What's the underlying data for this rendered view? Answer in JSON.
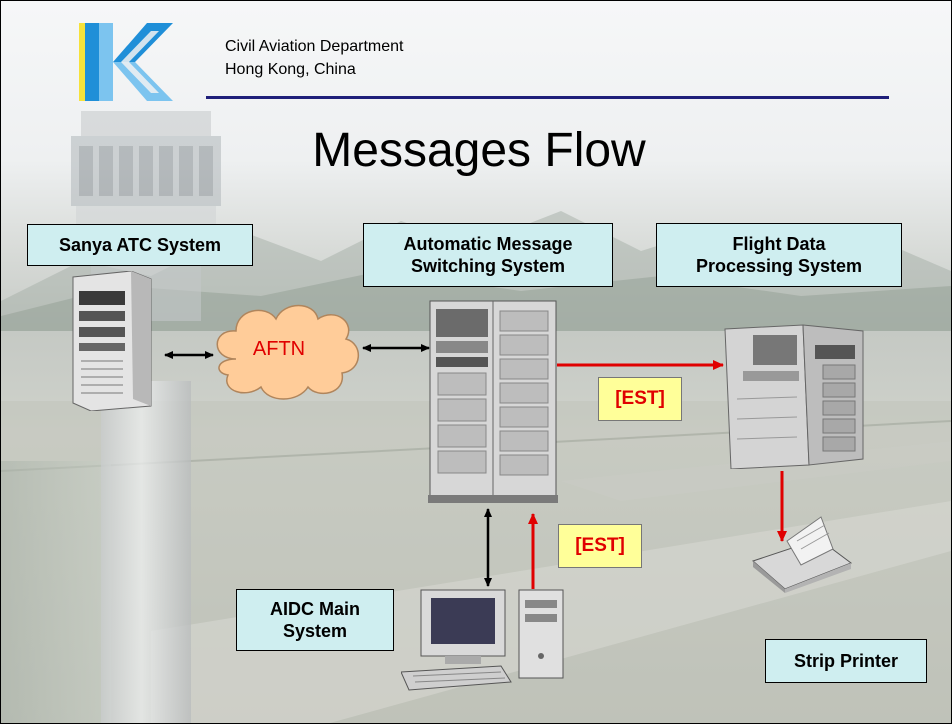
{
  "header": {
    "org_line1": "Civil Aviation Department",
    "org_line2": "Hong Kong, China",
    "title": "Messages Flow"
  },
  "nodes": {
    "sanya": "Sanya ATC System",
    "amss_line1": "Automatic Message",
    "amss_line2": "Switching System",
    "fdps_line1": "Flight Data",
    "fdps_line2": "Processing System",
    "aidc_line1": "AIDC Main",
    "aidc_line2": "System",
    "printer": "Strip Printer",
    "network": "AFTN"
  },
  "messages": {
    "est_top": "[EST]",
    "est_bottom": "[EST]"
  },
  "colors": {
    "label_box": "#cfeef0",
    "message_box": "#ffff99",
    "message_text": "#e00000",
    "flow_arrow": "#e00000",
    "link_arrow": "#000000",
    "cloud": "#ffcc99",
    "header_rule": "#1f1f7a"
  }
}
